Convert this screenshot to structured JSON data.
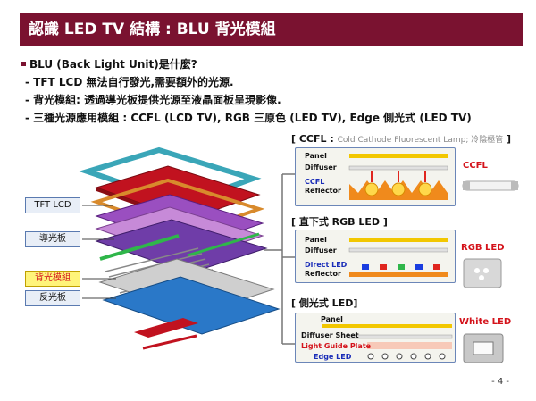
{
  "title": "認識 LED TV 結構 : BLU 背光模組",
  "bullets": {
    "main": "BLU (Back Light Unit)是什麼?",
    "sub1": "- TFT LCD 無法自行發光,需要額外的光源.",
    "sub2": "- 背光模組: 透過導光板提供光源至液晶面板呈現影像.",
    "sub3": "- 三種光源應用模組 : CCFL (LCD TV), RGB 三原色 (LED TV), Edge 側光式 (LED TV)"
  },
  "exploded": {
    "labels": [
      "TFT LCD",
      "導光板",
      "背光模組",
      "反光板"
    ]
  },
  "ccfl": {
    "header": "[ CCFL : ",
    "header_note": "Cold Cathode Fluorescent Lamp; 冷陰極管",
    "header_end": " ]",
    "panel": "Panel",
    "diffuser": "Diffuser",
    "ccfl": "CCFL",
    "reflector": "Reflector",
    "side": "CCFL"
  },
  "rgb": {
    "header": "[ 直下式 RGB LED ]",
    "panel": "Panel",
    "diffuser": "Diffuser",
    "direct": "Direct LED",
    "reflector": "Reflector",
    "side": "RGB LED"
  },
  "edge": {
    "header": "[ 側光式 LED]",
    "panel": "Panel",
    "diffuser": "Diffuser Sheet",
    "lgp": "Light Guide Plate",
    "edge": "Edge LED",
    "side": "White LED"
  },
  "page": "- 4 -",
  "colors": {
    "accent": "#7a1230",
    "label_red": "#d4131b",
    "label_blue": "#1a2db8"
  }
}
